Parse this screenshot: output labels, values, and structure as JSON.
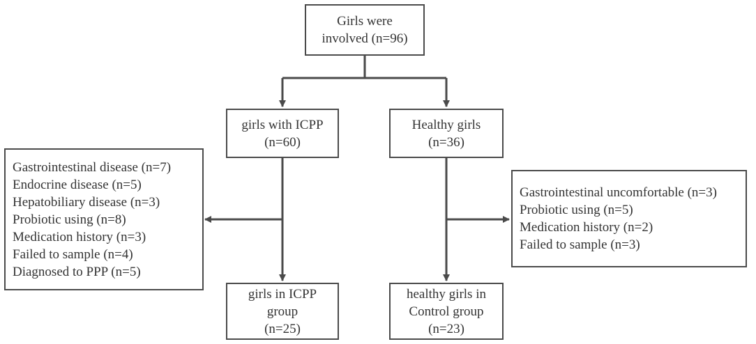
{
  "top": {
    "line1": "Girls were",
    "line2": "involved (n=96)"
  },
  "icpp": {
    "line1": "girls with ICPP",
    "line2": "(n=60)"
  },
  "healthy": {
    "line1": "Healthy girls",
    "line2": "(n=36)"
  },
  "icpp_exclusions": [
    "Gastrointestinal disease (n=7)",
    "Endocrine disease (n=5)",
    "Hepatobiliary disease (n=3)",
    "Probiotic using (n=8)",
    "Medication history (n=3)",
    "Failed to sample (n=4)",
    "Diagnosed to PPP (n=5)"
  ],
  "healthy_exclusions": [
    "Gastrointestinal uncomfortable (n=3)",
    "Probiotic using (n=5)",
    "Medication history (n=2)",
    "Failed to sample (n=3)"
  ],
  "icpp_group": {
    "line1": "girls in ICPP",
    "line2": "group",
    "line3": "(n=25)"
  },
  "control_group": {
    "line1": "healthy girls in",
    "line2": "Control group",
    "line3": "(n=23)"
  }
}
